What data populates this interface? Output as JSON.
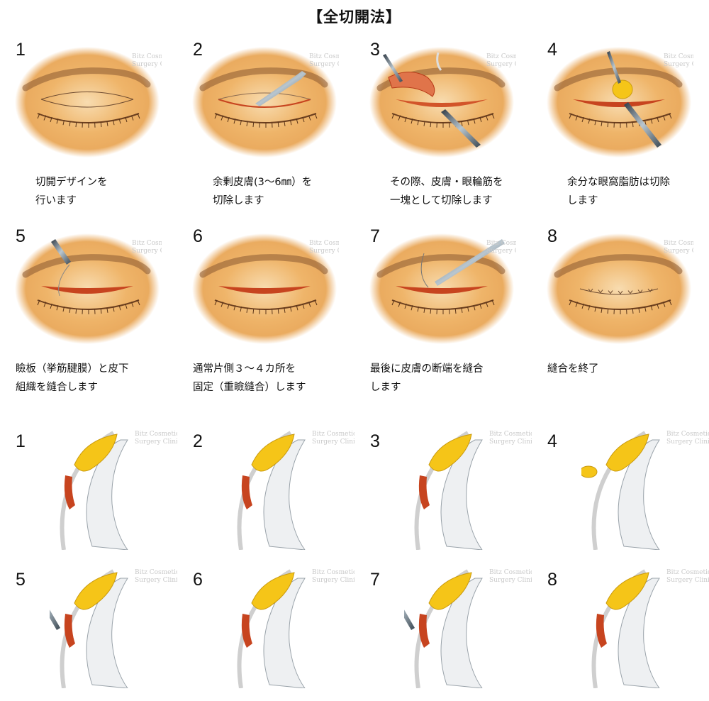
{
  "title": "【全切開法】",
  "watermark": [
    "Bitz Cosmetic",
    "Surgery Clinic"
  ],
  "eye_steps": [
    {
      "num": "1",
      "caption": "切開デザインを\n行います",
      "icon": "eye-incision-design"
    },
    {
      "num": "2",
      "caption": "余剰皮膚(3～6㎜）を\n切除します",
      "icon": "eye-scalpel"
    },
    {
      "num": "3",
      "caption": "その際、皮膚・眼輪筋を\n一塊として切除します",
      "icon": "eye-skin-muscle-removal"
    },
    {
      "num": "4",
      "caption": "余分な眼窩脂肪は切除\nします",
      "icon": "eye-fat-removal"
    },
    {
      "num": "5",
      "caption": "瞼板（挙筋腱膜）と皮下\n組織を縫合します",
      "icon": "eye-suture-tarsus"
    },
    {
      "num": "6",
      "caption": "通常片側３～４カ所を\n固定（重瞼縫合）します",
      "icon": "eye-fixation"
    },
    {
      "num": "7",
      "caption": "最後に皮膚の断端を縫合\nします",
      "icon": "eye-skin-suture"
    },
    {
      "num": "8",
      "caption": "縫合を終了",
      "icon": "eye-closed-sutured"
    }
  ],
  "section_steps": [
    {
      "num": "1",
      "icon": "cross-section-1"
    },
    {
      "num": "2",
      "icon": "cross-section-2"
    },
    {
      "num": "3",
      "icon": "cross-section-3"
    },
    {
      "num": "4",
      "icon": "cross-section-4"
    },
    {
      "num": "5",
      "icon": "cross-section-5"
    },
    {
      "num": "6",
      "icon": "cross-section-6"
    },
    {
      "num": "7",
      "icon": "cross-section-7"
    },
    {
      "num": "8",
      "icon": "cross-section-8"
    }
  ],
  "colors": {
    "skin": "#e8a24e",
    "fat": "#f5c518",
    "muscle": "#c7441f",
    "tool": "#4a5a66"
  }
}
